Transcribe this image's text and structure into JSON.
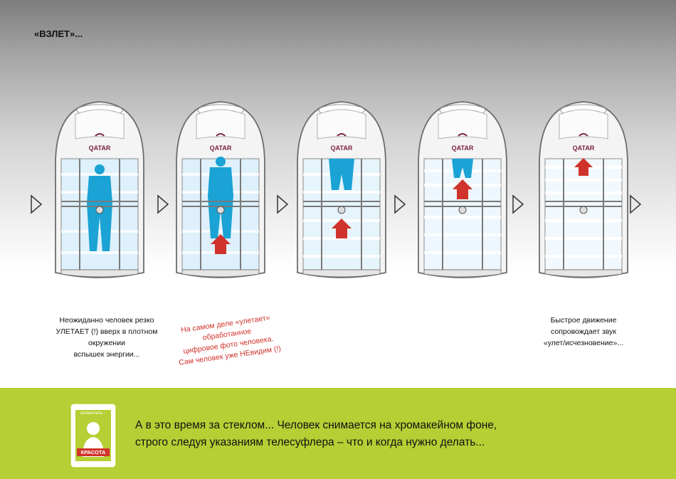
{
  "title": "«ВЗЛЕТ»...",
  "brand": "QATAR",
  "captions": {
    "first": [
      "Неожиданно человек резко",
      "УЛЕТАЕТ (!) вверх в плотном окружении",
      "вспышек энергии..."
    ],
    "second": [
      "На самом деле «улетает»",
      "обработанное",
      "цифровое фото человека.",
      "Сам человек уже НЕвидим (!)"
    ],
    "fifth": [
      "Быстрое движение",
      "сопровождает звук",
      "«улет/исчезновение»..."
    ]
  },
  "bottom_text": [
    "А в это время за стеклом... Человек снимается на хромакейном фоне,",
    "строго следуя указаниям телесуфлера  – что и когда нужно делать..."
  ],
  "logo": {
    "top_text": "оглянитесь –",
    "bottom_text": "КРАСОТА"
  },
  "colors": {
    "accent_green": "#b5cf34",
    "arrow_red": "#d0332b",
    "figure_blue": "#1aa3d4",
    "brand_maroon": "#7a1f3d"
  },
  "icons": [
    "triangle-arrow-right-icon",
    "red-up-arrow-icon"
  ]
}
